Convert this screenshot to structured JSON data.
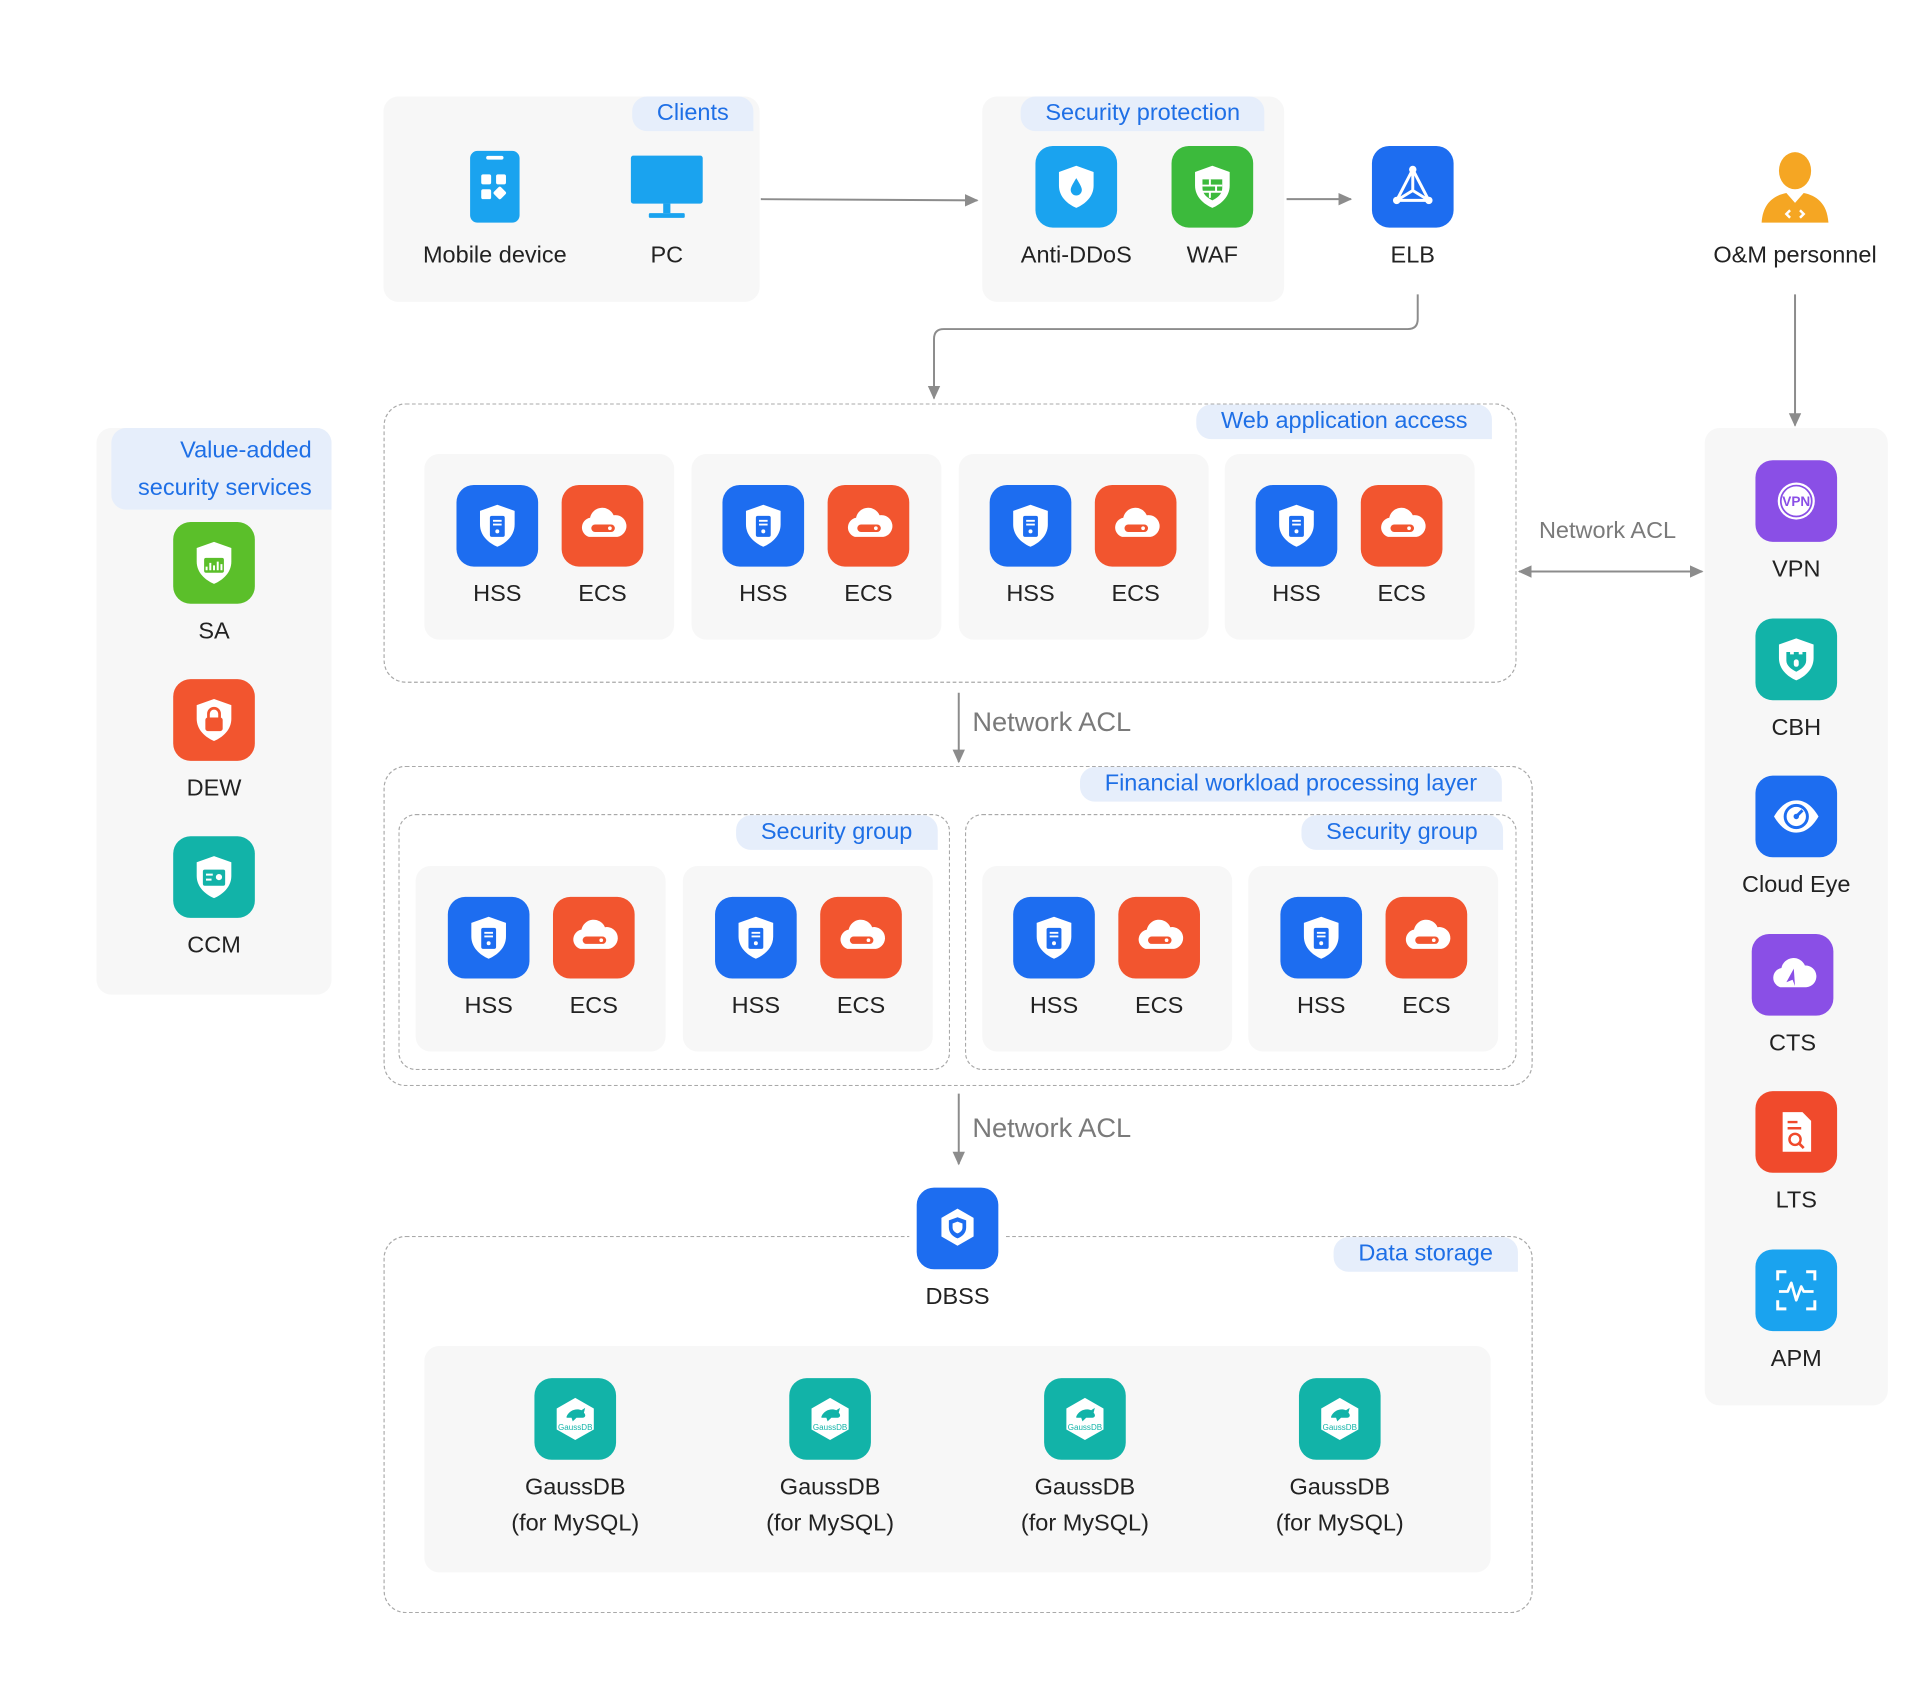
{
  "clients": {
    "tag": "Clients",
    "mobile": {
      "label": "Mobile device",
      "icon": "mobile-icon"
    },
    "pc": {
      "label": "PC",
      "icon": "monitor-icon"
    }
  },
  "security_protection": {
    "tag": "Security protection",
    "anti_ddos": {
      "label": "Anti-DDoS",
      "icon": "shield-drop-icon"
    },
    "waf": {
      "label": "WAF",
      "icon": "shield-wall-icon"
    }
  },
  "elb": {
    "label": "ELB",
    "icon": "load-balancer-icon"
  },
  "om": {
    "label": "O&M personnel",
    "icon": "person-icon"
  },
  "value_added": {
    "tag_line1": "Value-added",
    "tag_line2": "security services",
    "items": [
      {
        "label": "SA",
        "icon": "shield-chart-icon"
      },
      {
        "label": "DEW",
        "icon": "shield-lock-icon"
      },
      {
        "label": "CCM",
        "icon": "shield-certificate-icon"
      }
    ]
  },
  "web_access": {
    "tag": "Web application access",
    "groups": [
      {
        "hss": "HSS",
        "ecs": "ECS"
      },
      {
        "hss": "HSS",
        "ecs": "ECS"
      },
      {
        "hss": "HSS",
        "ecs": "ECS"
      },
      {
        "hss": "HSS",
        "ecs": "ECS"
      }
    ]
  },
  "financial": {
    "tag": "Financial workload processing layer",
    "security_groups": [
      {
        "tag": "Security group",
        "groups": [
          {
            "hss": "HSS",
            "ecs": "ECS"
          },
          {
            "hss": "HSS",
            "ecs": "ECS"
          }
        ]
      },
      {
        "tag": "Security group",
        "groups": [
          {
            "hss": "HSS",
            "ecs": "ECS"
          },
          {
            "hss": "HSS",
            "ecs": "ECS"
          }
        ]
      }
    ]
  },
  "network_acl": {
    "right": "Network ACL",
    "mid1": "Network ACL",
    "mid2": "Network ACL"
  },
  "dbss": {
    "label": "DBSS",
    "icon": "shield-database-icon"
  },
  "data_storage": {
    "tag": "Data storage",
    "db_icon_text": "GaussDB",
    "dbs": [
      {
        "line1": "GaussDB",
        "line2": "(for MySQL)"
      },
      {
        "line1": "GaussDB",
        "line2": "(for MySQL)"
      },
      {
        "line1": "GaussDB",
        "line2": "(for MySQL)"
      },
      {
        "line1": "GaussDB",
        "line2": "(for MySQL)"
      }
    ]
  },
  "om_services": [
    {
      "label": "VPN",
      "icon": "vpn-icon",
      "badge": "VPN"
    },
    {
      "label": "CBH",
      "icon": "bastion-icon"
    },
    {
      "label": "Cloud Eye",
      "icon": "eye-icon"
    },
    {
      "label": "CTS",
      "icon": "cloud-trace-icon"
    },
    {
      "label": "LTS",
      "icon": "log-document-icon"
    },
    {
      "label": "APM",
      "icon": "apm-waveform-icon"
    }
  ],
  "colors": {
    "tag_bg": "#e6eefb",
    "tag_text": "#1e6fe6",
    "hss": "#1d6df0",
    "ecs": "#f2552f",
    "waf": "#3cba3c",
    "sa": "#5bbf2a",
    "teal": "#12b3a8",
    "purple": "#8a4fe6",
    "person": "#f5a623"
  }
}
